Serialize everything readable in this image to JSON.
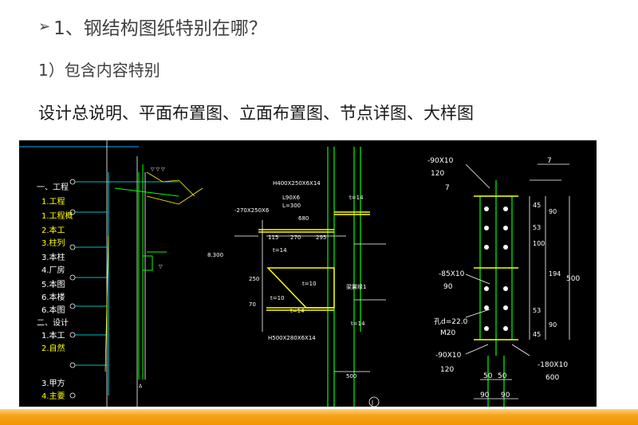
{
  "slide": {
    "bullet_glyph": "➢",
    "title": "1、钢结构图纸特别在哪？",
    "subtitle": "1）包含内容特别",
    "content_line": "设计总说明、平面布置图、立面布置图、节点详图、大样图"
  },
  "cad": {
    "left_notes": [
      "一、工程",
      "1.工程",
      "1.工程概",
      "2.本工",
      "3.柱列",
      "3.本柱",
      "4.厂房",
      "5.本图",
      "6.本楼",
      "6.本图",
      "二、设计",
      "1.本工",
      "2.自然",
      "3.甲方",
      "4.主要"
    ],
    "elev_value": "8.300",
    "mid_labels": {
      "beam1": "H400X250X6X14",
      "beam2": "L90X6",
      "beam3": "L=300",
      "plate": "-270X250X6",
      "dim680": "680",
      "dim115": "115",
      "dim270": "270",
      "dim295": "295",
      "dim250": "250",
      "dim70": "70",
      "t14a": "t=14",
      "t14b": "t=14",
      "t10a": "t=10",
      "t10b": "t=10",
      "t14c": "t=14",
      "t14d": "t=14",
      "beam4": "H500X280X6X14",
      "dim500": "500",
      "note": "梁翼缘1",
      "axis": "J"
    },
    "right_labels": {
      "pl_top": "-90X10",
      "pl_top_w": "120",
      "pl_mid": "-85X10",
      "pl_mid_w": "90",
      "bolt": "孔d=22.0",
      "bolt2": "M20",
      "pl_bot": "-90X10",
      "pl_bot_w": "120",
      "pl_right": "-180X10",
      "pl_right_w": "600",
      "dims_v1": [
        "45",
        "90",
        "53",
        "100",
        "194",
        "53",
        "90",
        "45"
      ],
      "dim_total": "500",
      "bottom_a": "50",
      "bottom_b": "50",
      "bottom_c": "90",
      "bottom_d": "90",
      "weld": "7"
    }
  },
  "colors": {
    "cad_bg": "#000000",
    "line_green": "#00ff00",
    "line_yellow": "#ffff00",
    "line_white": "#ffffff",
    "line_cyan": "#00ffff",
    "footer_orange": "#f39500"
  }
}
